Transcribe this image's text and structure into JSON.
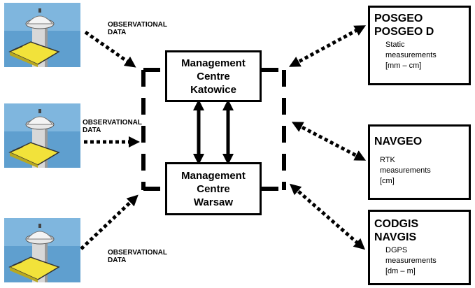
{
  "stations": [
    {
      "id": "station-1",
      "icon": "gnss-receiver-icon"
    },
    {
      "id": "station-2",
      "icon": "gnss-receiver-icon"
    },
    {
      "id": "station-3",
      "icon": "gnss-receiver-icon"
    }
  ],
  "observational_labels": [
    {
      "line1": "OBSERVATIONAL",
      "line2": "DATA"
    },
    {
      "line1": "OBSERVATIONAL",
      "line2": "DATA"
    },
    {
      "line1": "OBSERVATIONAL",
      "line2": "DATA"
    }
  ],
  "management_centres": {
    "katowice": {
      "line1": "Management",
      "line2": "Centre",
      "line3": "Katowice"
    },
    "warsaw": {
      "line1": "Management",
      "line2": "Centre",
      "line3": "Warsaw"
    }
  },
  "services": [
    {
      "title1": "POSGEO",
      "title2": "POSGEO D",
      "desc1": "Static",
      "desc2": "measurements",
      "desc3": "[mm – cm]"
    },
    {
      "title1": "NAVGEO",
      "title2": "",
      "desc1": "RTK",
      "desc2": "measurements",
      "desc3": "[cm]"
    },
    {
      "title1": "CODGIS",
      "title2": "NAVGIS",
      "desc1": "DGPS",
      "desc2": "measurements",
      "desc3": "[dm – m]"
    }
  ],
  "colors": {
    "line": "#000000",
    "sky": "#5f9fcf",
    "receiver": "#f2e23a"
  }
}
